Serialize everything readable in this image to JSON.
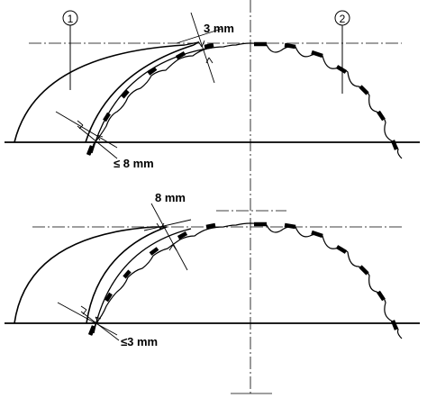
{
  "figure": {
    "callouts": [
      {
        "id": "callout-1",
        "label": "1"
      },
      {
        "id": "callout-2",
        "label": "2"
      }
    ],
    "upper_view": {
      "gap_label": "3 mm",
      "overlap_label": "≤ 8 mm"
    },
    "lower_view": {
      "gap_label": "8 mm",
      "overlap_label": "≤3 mm"
    }
  }
}
